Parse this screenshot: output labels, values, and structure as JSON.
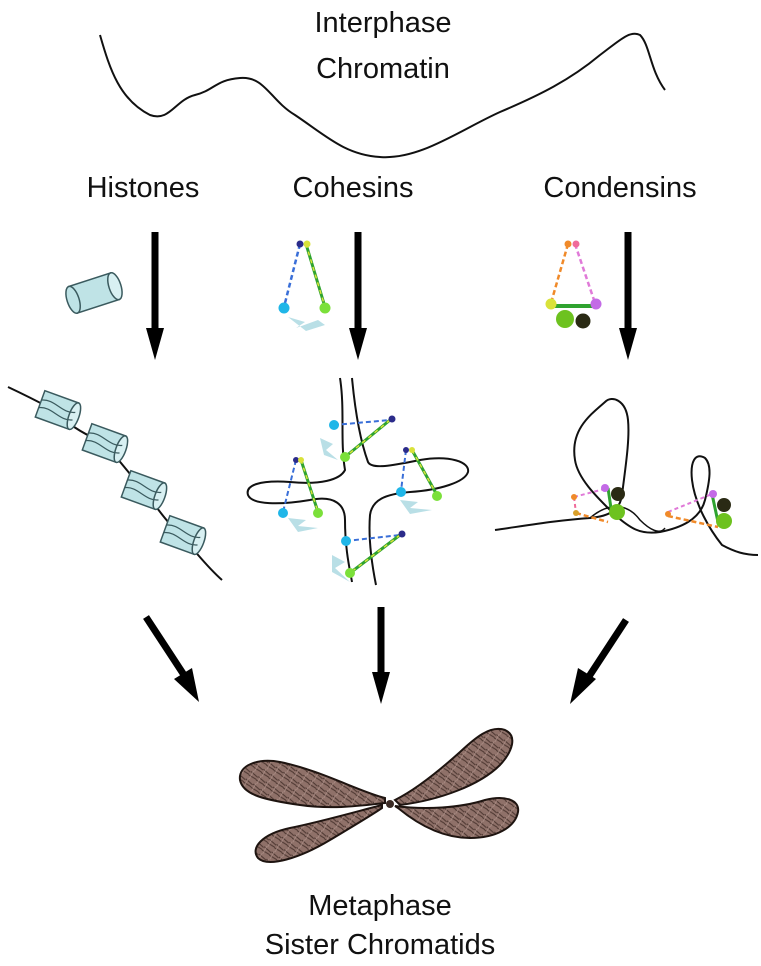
{
  "labels": {
    "interphase_line1": "Interphase",
    "interphase_line2": "Chromatin",
    "histones": "Histones",
    "cohesins": "Cohesins",
    "condensins": "Condensins",
    "metaphase_line1": "Metaphase",
    "metaphase_line2": "Sister Chromatids"
  },
  "colors": {
    "histone_fill": "#bfe3e6",
    "histone_stroke": "#3a5a5e",
    "arrow": "#000000",
    "chromatin": "#111111",
    "cohesin_blue": "#3a6fd8",
    "cohesin_green": "#2fa32f",
    "cohesin_yellow": "#d9e23a",
    "cohesin_navy": "#2b2b8a",
    "cohesin_cyan": "#1fb6e8",
    "cohesin_lime": "#7be03a",
    "cohesin_shadow": "#b9dfe6",
    "condensin_orange": "#f08a2a",
    "condensin_pink": "#e07ad8",
    "condensin_purple": "#c36be6",
    "condensin_green": "#6dc21f",
    "condensin_dark": "#2a2a14",
    "chromosome_fill": "#8c6e66",
    "chromosome_stroke": "#1e1410"
  }
}
